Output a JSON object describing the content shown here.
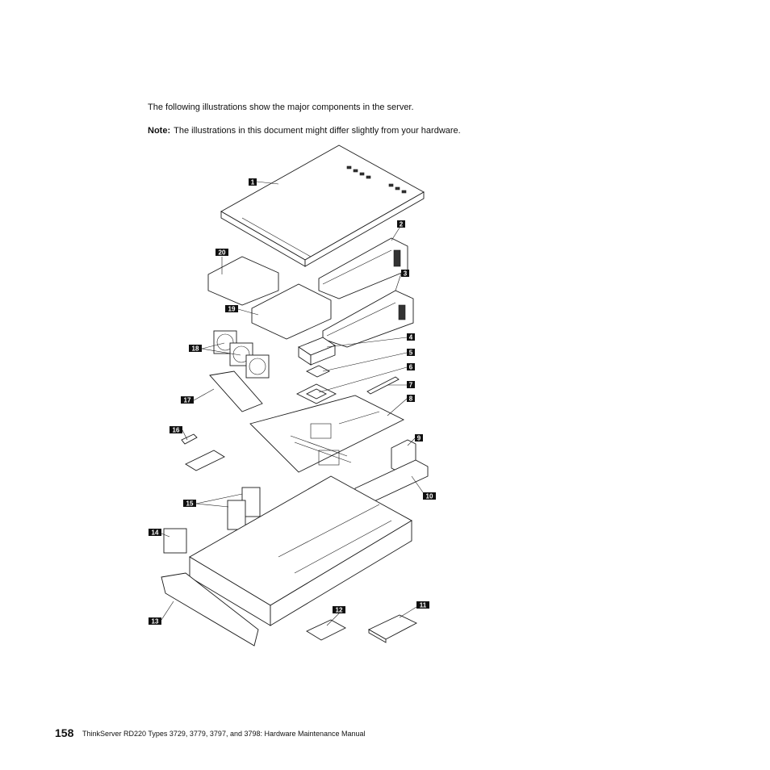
{
  "intro_text": "The following illustrations show the major components in the server.",
  "note": {
    "label": "Note:",
    "text": "The illustrations in this document might differ slightly from your hardware."
  },
  "callouts": [
    "1",
    "2",
    "3",
    "4",
    "5",
    "6",
    "7",
    "8",
    "9",
    "10",
    "11",
    "12",
    "13",
    "14",
    "15",
    "16",
    "17",
    "18",
    "19",
    "20"
  ],
  "footer": {
    "page_number": "158",
    "title": "ThinkServer RD220 Types 3729, 3779, 3797, and 3798:  Hardware Maintenance Manual"
  }
}
